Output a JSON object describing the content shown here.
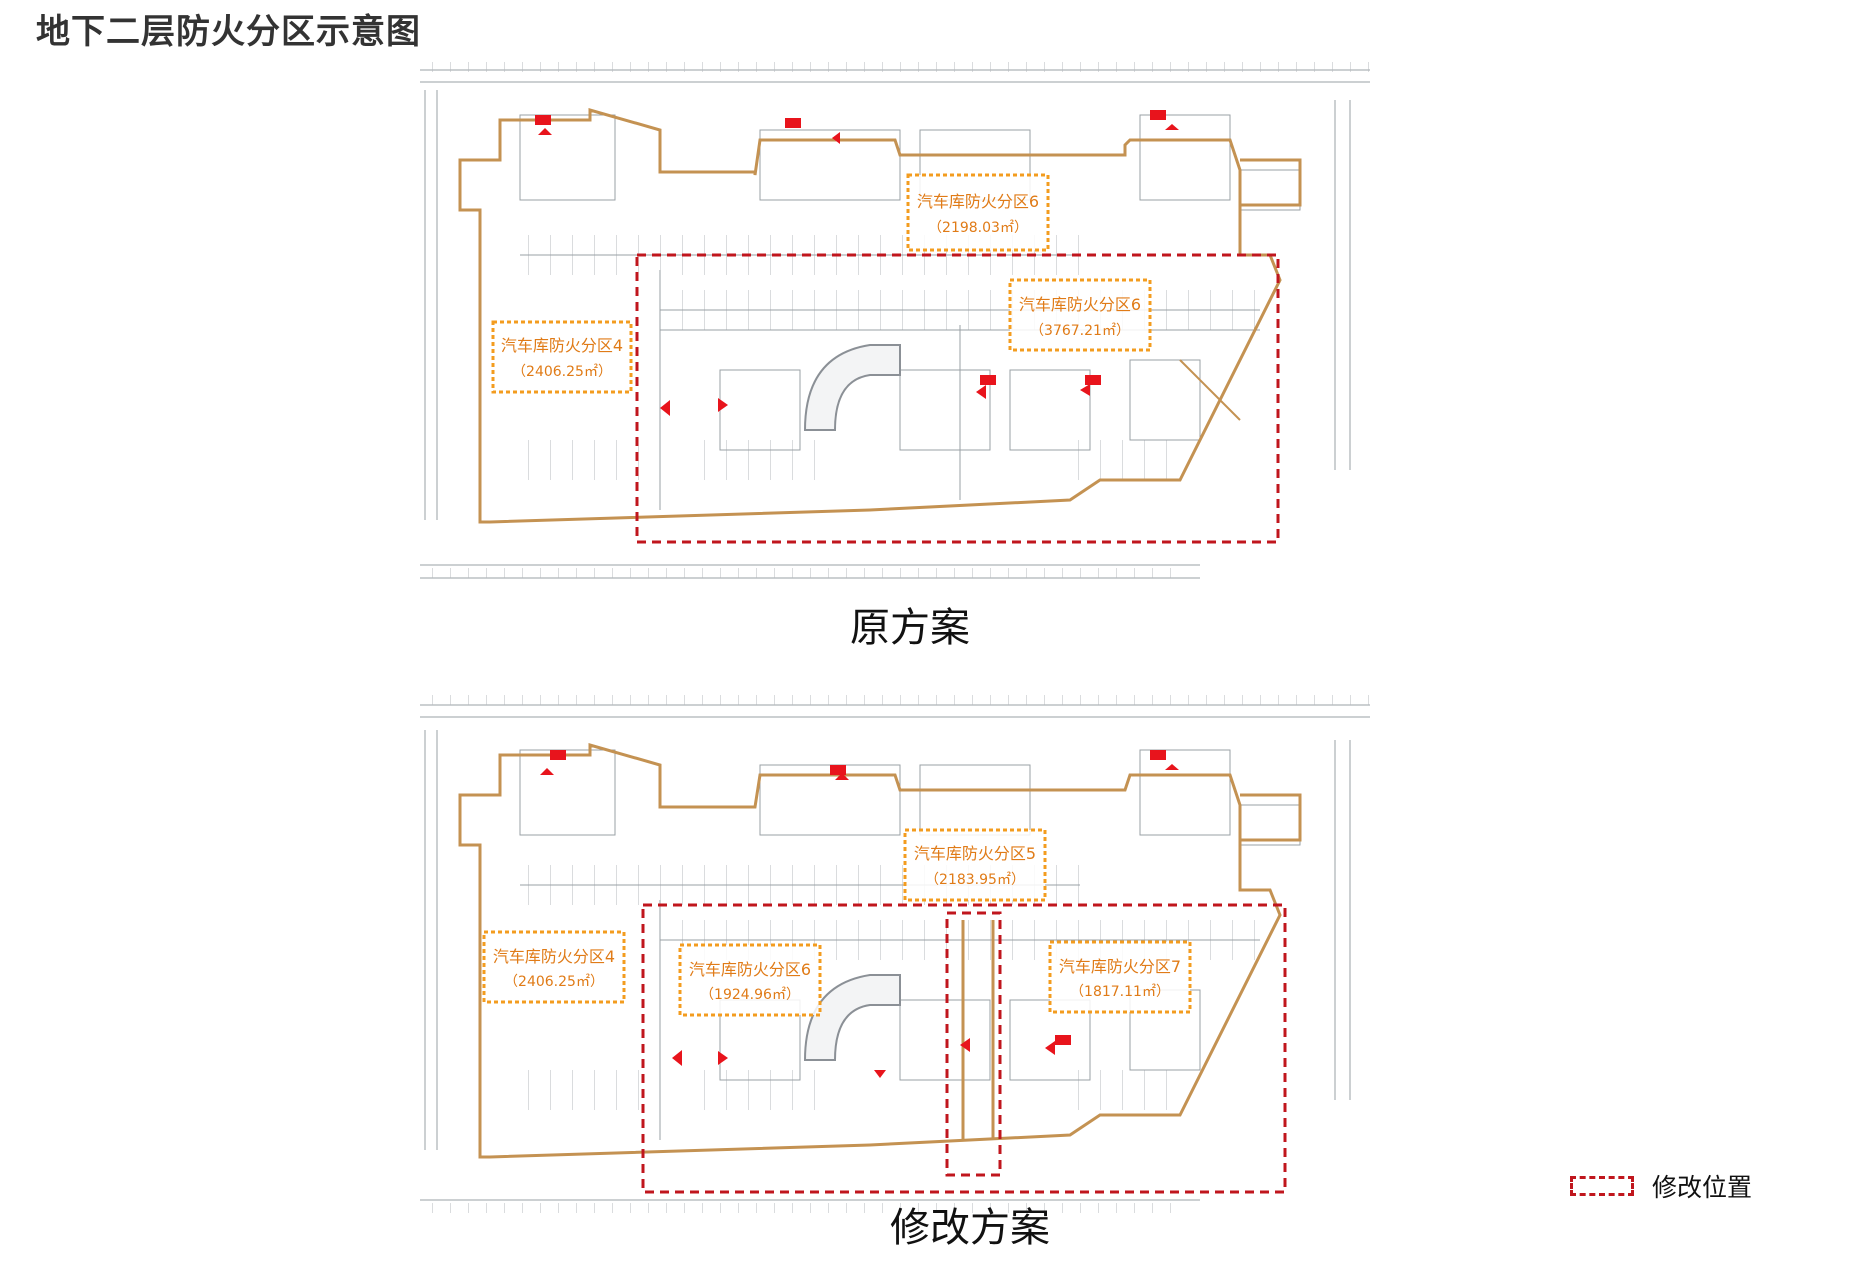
{
  "title": "地下二层防火分区示意图",
  "colors": {
    "zone_border": "#f39c1f",
    "zone_text": "#e07b17",
    "outline": "#c49252",
    "modification_box": "#c0161d",
    "linework": "#9aa0a6",
    "exit_marker": "#e8141c"
  },
  "original_plan": {
    "caption": "原方案",
    "zones": [
      {
        "name": "汽车库防火分区6",
        "area": "（2198.03㎡）"
      },
      {
        "name": "汽车库防火分区6",
        "area": "（3767.21㎡）"
      },
      {
        "name": "汽车库防火分区4",
        "area": "（2406.25㎡）"
      }
    ]
  },
  "modified_plan": {
    "caption": "修改方案",
    "zones": [
      {
        "name": "汽车库防火分区5",
        "area": "（2183.95㎡）"
      },
      {
        "name": "汽车库防火分区4",
        "area": "（2406.25㎡）"
      },
      {
        "name": "汽车库防火分区6",
        "area": "（1924.96㎡）"
      },
      {
        "name": "汽车库防火分区7",
        "area": "（1817.11㎡）"
      }
    ]
  },
  "legend": {
    "label": "修改位置",
    "icon": "dashed-red-rectangle"
  },
  "exit_marker_icon": "red-arrow-exit-icon"
}
